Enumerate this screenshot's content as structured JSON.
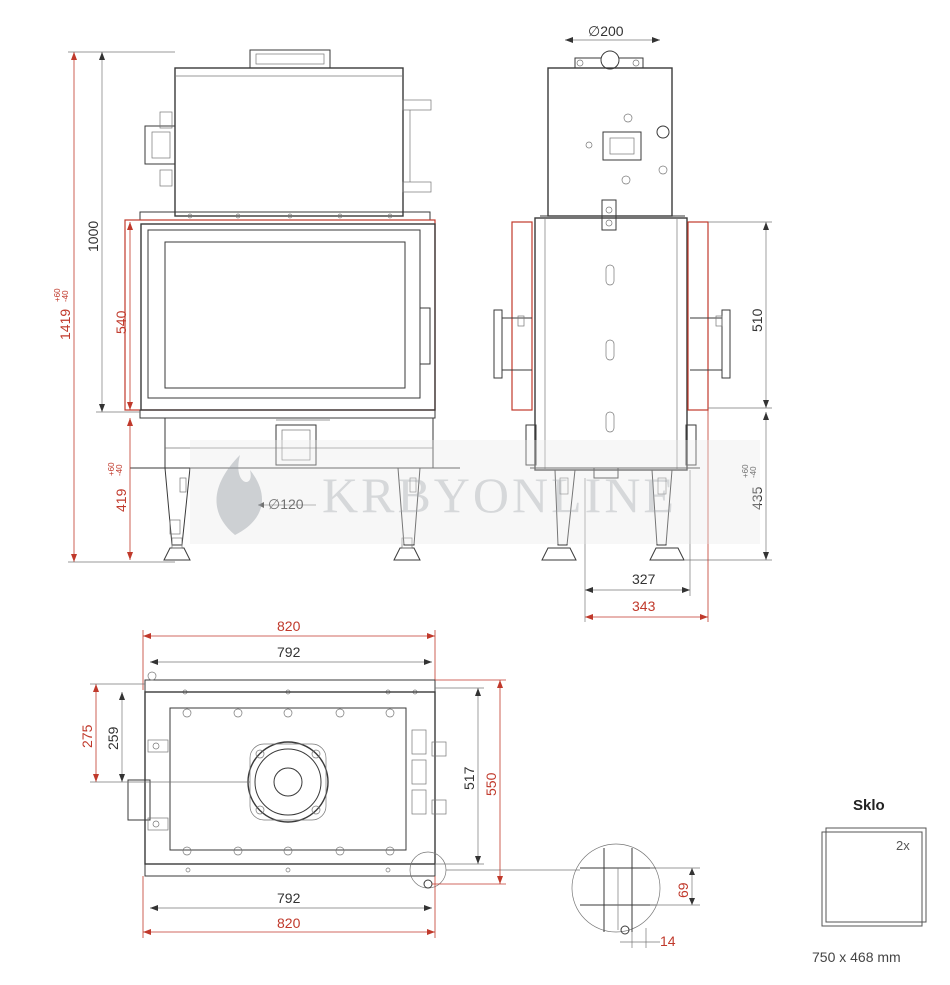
{
  "front_view": {
    "dim_total_height": "1419",
    "dim_total_height_tol_plus": "+60",
    "dim_total_height_tol_minus": "-40",
    "dim_1000": "1000",
    "dim_540": "540",
    "dim_419": "419",
    "dim_419_tol_plus": "+60",
    "dim_419_tol_minus": "-40",
    "dim_air_inlet": "∅120"
  },
  "side_view": {
    "dim_flue": "∅200",
    "dim_510": "510",
    "dim_435": "435",
    "dim_435_tol_plus": "+60",
    "dim_435_tol_minus": "-40",
    "dim_327": "327",
    "dim_343": "343"
  },
  "top_view": {
    "dim_820_top": "820",
    "dim_792_top": "792",
    "dim_275": "275",
    "dim_259": "259",
    "dim_517": "517",
    "dim_550": "550",
    "dim_792_bottom": "792",
    "dim_820_bottom": "820"
  },
  "detail_view": {
    "dim_69": "69",
    "dim_14": "14"
  },
  "watermark": "KRBYONLINE",
  "glass": {
    "title": "Sklo",
    "count": "2x",
    "size": "750 x 468 mm"
  },
  "colors": {
    "line": "#3a3a3a",
    "red_outline": "#c0392b"
  }
}
